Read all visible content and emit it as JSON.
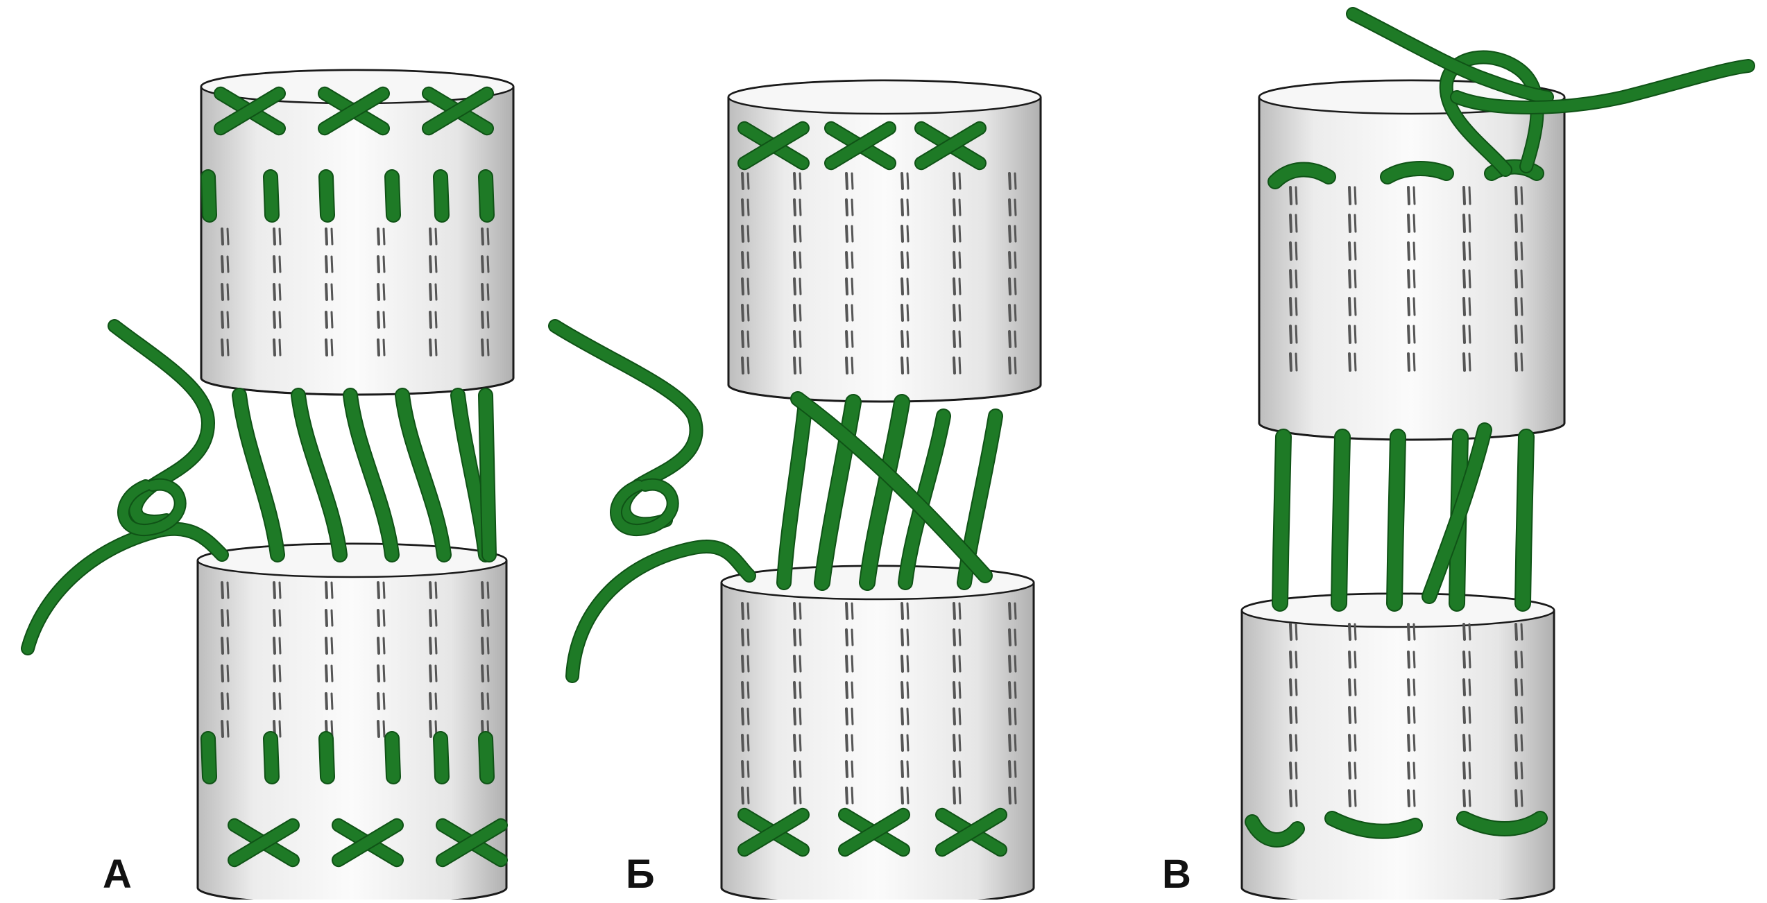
{
  "panels": [
    {
      "label": "А"
    },
    {
      "label": "Б"
    },
    {
      "label": "В"
    }
  ],
  "colors": {
    "thread": "#1e7a26",
    "thread_dark": "#0f5316",
    "tube_fill": "#f1f1f1",
    "tube_shadow": "#c9c9c9",
    "outline": "#1a1a1a",
    "stitch": "#555555"
  }
}
